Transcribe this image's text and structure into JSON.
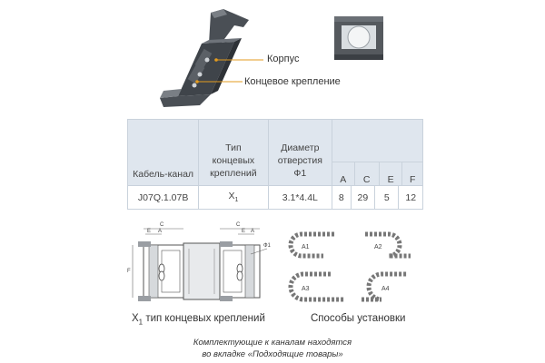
{
  "callouts": {
    "body_label": "Корпус",
    "end_mount_label": "Концевое крепление"
  },
  "table": {
    "headers": {
      "cable_channel": "Кабель-канал",
      "mount_type": "Тип концевых креплений",
      "hole_diameter": "Диаметр отверстия Ф1",
      "a": "A",
      "c": "C",
      "e": "E",
      "f": "F"
    },
    "row": {
      "model": "J07Q.1.07B",
      "mount_type": "X",
      "mount_type_sub": "1",
      "hole_diameter": "3.1*4.4L",
      "a": "8",
      "c": "29",
      "e": "5",
      "f": "12"
    }
  },
  "drawing": {
    "label_c": "C",
    "label_e": "E",
    "label_a": "A",
    "label_f": "F",
    "label_phi": "Ф1",
    "caption_main": "X",
    "caption_sub": "1",
    "caption_rest": " тип концевых креплений"
  },
  "install": {
    "caption": "Способы установки",
    "labels": [
      "A1",
      "A2",
      "A3",
      "A4"
    ]
  },
  "note": {
    "line1": "Комплектующие к каналам находятся",
    "line2": "во вкладке «Подходящие товары»"
  }
}
